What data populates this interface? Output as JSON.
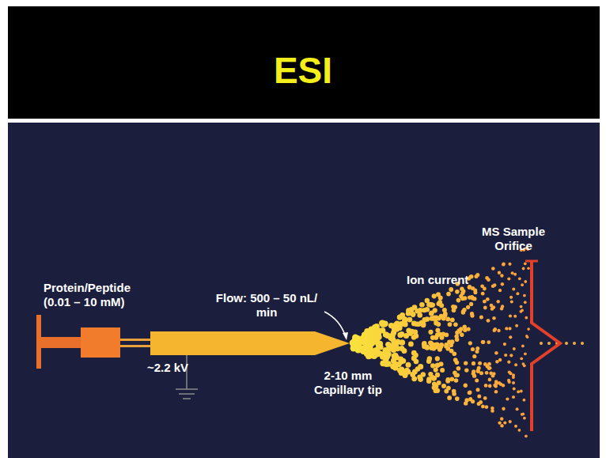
{
  "diagram": {
    "title": "ESI",
    "labels": [
      "Protein/Peptide (0.01 – 10 mM)",
      "Flow: 500 – 50 nL/ min",
      "~2.2 kV",
      "2-10 mm Capillary tip",
      "Ion current",
      "MS Sample Orifice"
    ]
  }
}
